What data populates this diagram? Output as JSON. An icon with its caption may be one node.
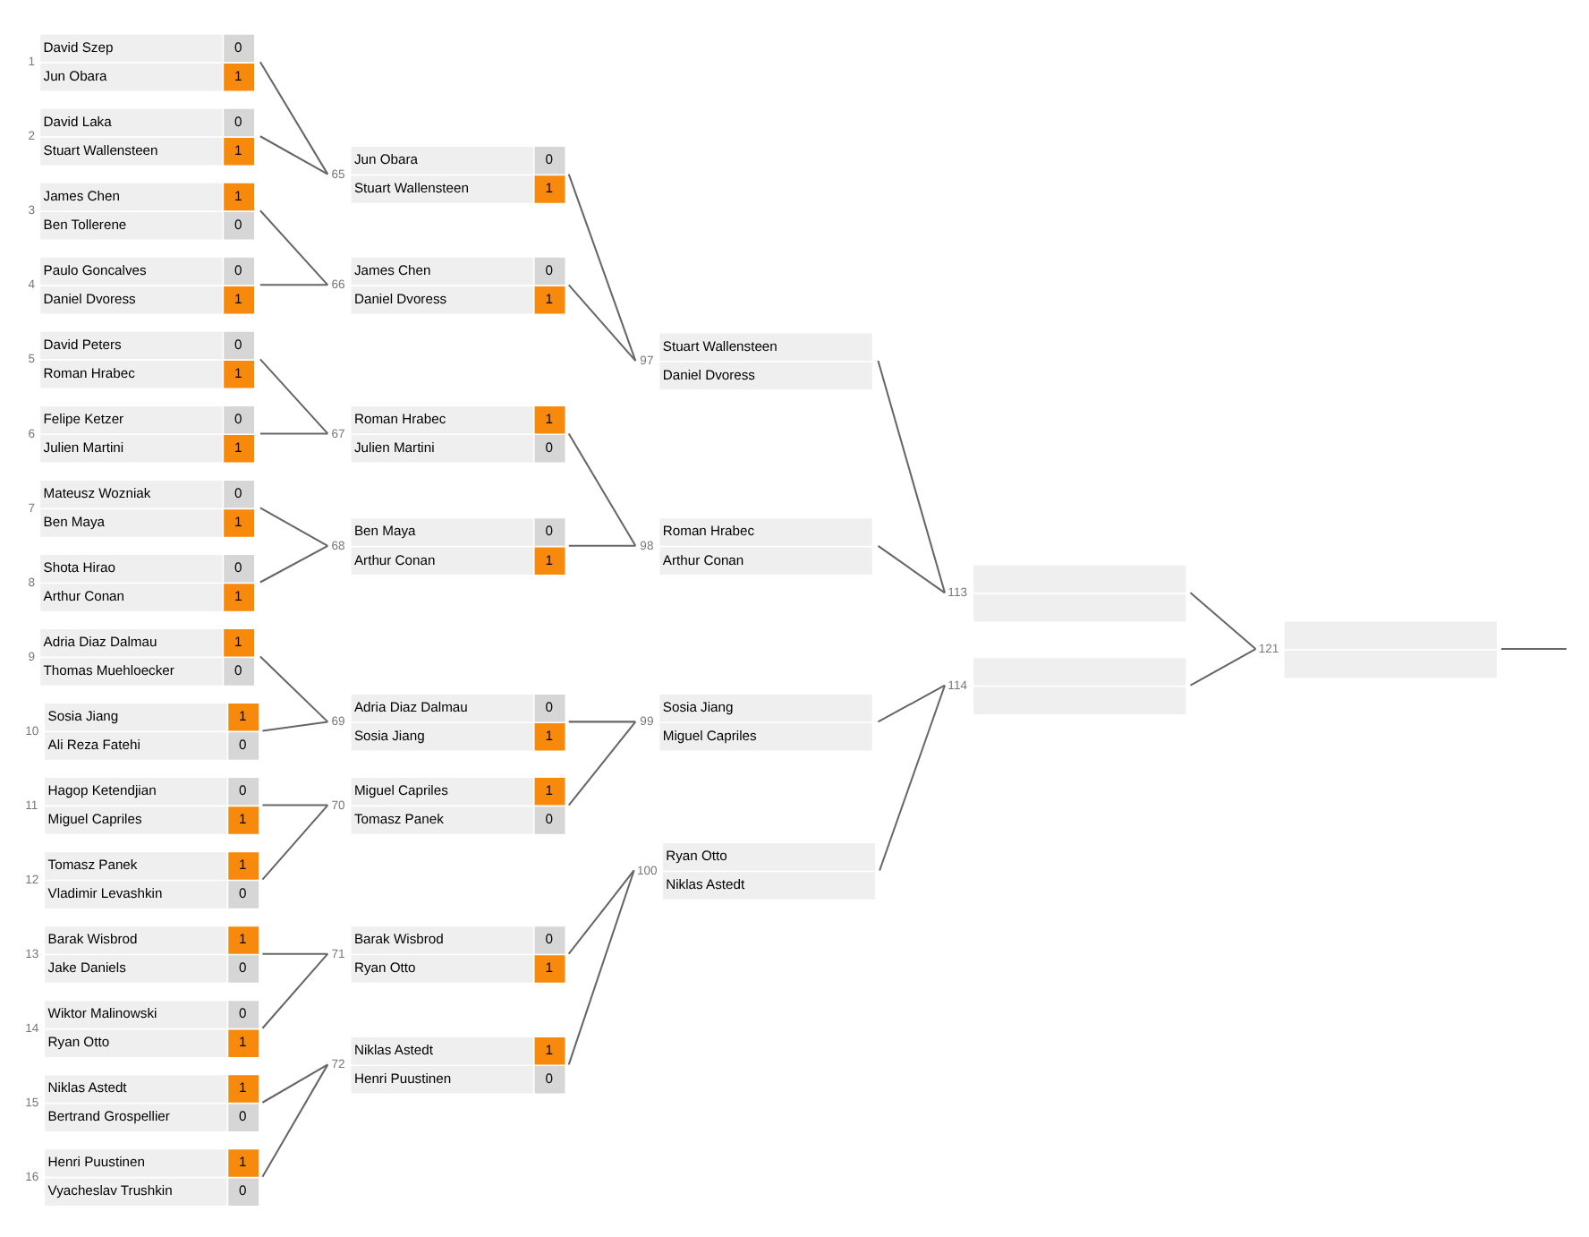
{
  "diagram": {
    "nodes": [
      {
        "text": [
          "David Szep",
          "0",
          "Jun Obara",
          "1"
        ],
        "beside": [
          "1"
        ]
      },
      {
        "text": [
          "David Laka",
          "0",
          "Stuart Wallensteen",
          "1"
        ],
        "beside": [
          "2"
        ]
      },
      {
        "text": [
          "James Chen",
          "1",
          "Ben Tollerene",
          "0"
        ],
        "beside": [
          "3"
        ]
      },
      {
        "text": [
          "Paulo Goncalves",
          "0",
          "Daniel Dvoress",
          "1"
        ],
        "beside": [
          "4"
        ]
      },
      {
        "text": [
          "David Peters",
          "0",
          "Roman Hrabec",
          "1"
        ],
        "beside": [
          "5"
        ]
      },
      {
        "text": [
          "Felipe Ketzer",
          "0",
          "Julien Martini",
          "1"
        ],
        "beside": [
          "6"
        ]
      },
      {
        "text": [
          "Mateusz Wozniak",
          "0",
          "Ben Maya",
          "1"
        ],
        "beside": [
          "7"
        ]
      },
      {
        "text": [
          "Shota Hirao",
          "0",
          "Arthur Conan",
          "1"
        ],
        "beside": [
          "8"
        ]
      },
      {
        "text": [
          "Adria Diaz Dalmau",
          "1",
          "Thomas Muehloecker",
          "0"
        ],
        "beside": [
          "9"
        ]
      },
      {
        "text": [
          "Sosia Jiang",
          "1",
          "Ali Reza Fatehi",
          "0"
        ],
        "beside": [
          "10"
        ]
      },
      {
        "text": [
          "Hagop Ketendjian",
          "0",
          "Miguel Capriles",
          "1"
        ],
        "beside": [
          "11"
        ]
      },
      {
        "text": [
          "Tomasz Panek",
          "1",
          "Vladimir Levashkin",
          "0"
        ],
        "beside": [
          "12"
        ]
      },
      {
        "text": [
          "Barak Wisbrod",
          "1",
          "Jake Daniels",
          "0"
        ],
        "beside": [
          "13"
        ]
      },
      {
        "text": [
          "Wiktor Malinowski",
          "0",
          "Ryan Otto",
          "1"
        ],
        "beside": [
          "14"
        ]
      },
      {
        "text": [
          "Niklas Astedt",
          "1",
          "Bertrand Grospellier",
          "0"
        ],
        "beside": [
          "15"
        ]
      },
      {
        "text": [
          "Henri Puustinen",
          "1",
          "Vyacheslav Trushkin",
          "0"
        ],
        "beside": [
          "16"
        ]
      },
      {
        "text": [
          "Jun Obara",
          "0",
          "Stuart Wallensteen",
          "1"
        ],
        "beside": [
          "65"
        ]
      },
      {
        "text": [
          "James Chen",
          "0",
          "Daniel Dvoress",
          "1"
        ],
        "beside": [
          "66"
        ]
      },
      {
        "text": [
          "Roman Hrabec",
          "1",
          "Julien Martini",
          "0"
        ],
        "beside": [
          "67"
        ]
      },
      {
        "text": [
          "Ben Maya",
          "0",
          "Arthur Conan",
          "1"
        ],
        "beside": [
          "68"
        ]
      },
      {
        "text": [
          "Adria Diaz Dalmau",
          "0",
          "Sosia Jiang",
          "1"
        ],
        "beside": [
          "69"
        ]
      },
      {
        "text": [
          "Miguel Capriles",
          "1",
          "Tomasz Panek",
          "0"
        ],
        "beside": [
          "70"
        ]
      },
      {
        "text": [
          "Barak Wisbrod",
          "0",
          "Ryan Otto",
          "1"
        ],
        "beside": [
          "71"
        ]
      },
      {
        "text": [
          "Niklas Astedt",
          "1",
          "Henri Puustinen",
          "0"
        ],
        "beside": [
          "72"
        ]
      },
      {
        "text": [
          "Stuart Wallensteen",
          "Daniel Dvoress"
        ],
        "beside": [
          "97"
        ]
      },
      {
        "text": [
          "Roman Hrabec",
          "Arthur Conan"
        ],
        "beside": [
          "98"
        ]
      },
      {
        "text": [
          "Sosia Jiang",
          "Miguel Capriles"
        ],
        "beside": [
          "99"
        ]
      },
      {
        "text": [
          "Ryan Otto",
          "Niklas Astedt"
        ],
        "beside": [
          "100"
        ]
      },
      {
        "text": [],
        "shape": "box",
        "beside": [
          "113"
        ]
      },
      {
        "text": [],
        "shape": "box",
        "beside": [
          "114"
        ]
      },
      {
        "text": [],
        "shape": "box",
        "beside": [
          "121"
        ]
      }
    ],
    "edges": [
      {
        "from": 0,
        "to": 16,
        "arrow": "none"
      },
      {
        "from": 1,
        "to": 16,
        "arrow": "none"
      },
      {
        "from": 2,
        "to": 17,
        "arrow": "none"
      },
      {
        "from": 3,
        "to": 17,
        "arrow": "none"
      },
      {
        "from": 4,
        "to": 18,
        "arrow": "none"
      },
      {
        "from": 5,
        "to": 18,
        "arrow": "none"
      },
      {
        "from": 6,
        "to": 19,
        "arrow": "none"
      },
      {
        "from": 7,
        "to": 19,
        "arrow": "none"
      },
      {
        "from": 8,
        "to": 20,
        "arrow": "none"
      },
      {
        "from": 9,
        "to": 20,
        "arrow": "none"
      },
      {
        "from": 10,
        "to": 21,
        "arrow": "none"
      },
      {
        "from": 11,
        "to": 21,
        "arrow": "none"
      },
      {
        "from": 12,
        "to": 22,
        "arrow": "none"
      },
      {
        "from": 13,
        "to": 22,
        "arrow": "none"
      },
      {
        "from": 14,
        "to": 23,
        "arrow": "none"
      },
      {
        "from": 15,
        "to": 23,
        "arrow": "none"
      },
      {
        "from": 16,
        "to": 24,
        "arrow": "none"
      },
      {
        "from": 17,
        "to": 24,
        "arrow": "none"
      },
      {
        "from": 18,
        "to": 25,
        "arrow": "none"
      },
      {
        "from": 19,
        "to": 25,
        "arrow": "none"
      },
      {
        "from": 20,
        "to": 26,
        "arrow": "none"
      },
      {
        "from": 21,
        "to": 26,
        "arrow": "none"
      },
      {
        "from": 22,
        "to": 27,
        "arrow": "none"
      },
      {
        "from": 23,
        "to": 27,
        "arrow": "none"
      },
      {
        "from": 24,
        "to": 28,
        "arrow": "none"
      },
      {
        "from": 25,
        "to": 28,
        "arrow": "none"
      },
      {
        "from": 26,
        "to": 29,
        "arrow": "none"
      },
      {
        "from": 27,
        "to": 29,
        "arrow": "none"
      },
      {
        "from": 28,
        "to": 30,
        "arrow": "none"
      },
      {
        "from": 29,
        "to": 30,
        "arrow": "none"
      },
      {
        "from": 30,
        "to": null,
        "arrow": "none"
      }
    ]
  }
}
